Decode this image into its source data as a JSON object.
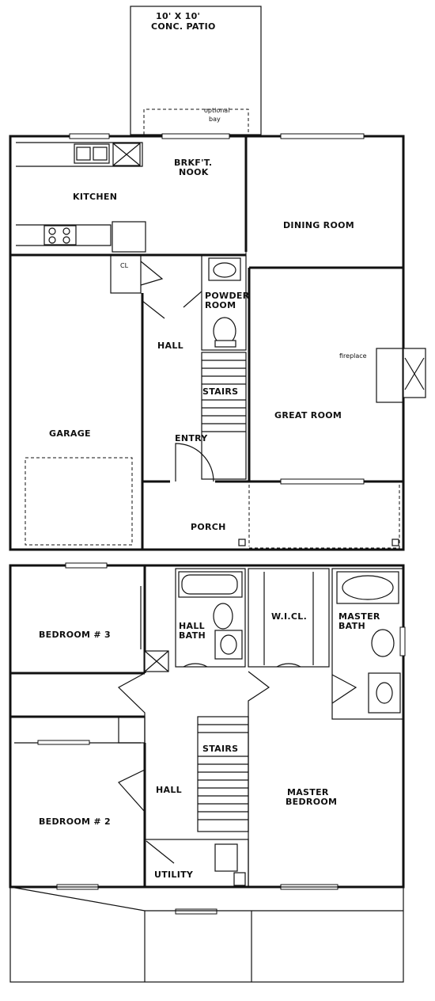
{
  "first_floor": {
    "patio": {
      "line1": "10' X 10'",
      "line2": "CONC. PATIO"
    },
    "optional_bay": {
      "line1": "optional",
      "line2": "bay"
    },
    "brkft_nook": {
      "line1": "BRKF'T.",
      "line2": "NOOK"
    },
    "kitchen": "KITCHEN",
    "dining_room": "DINING ROOM",
    "cl": "CL",
    "powder_room": {
      "line1": "POWDER",
      "line2": "ROOM"
    },
    "hall": "HALL",
    "fireplace": "fireplace",
    "stairs": "STAIRS",
    "great_room": "GREAT ROOM",
    "garage": "GARAGE",
    "entry": "ENTRY",
    "porch": "PORCH"
  },
  "second_floor": {
    "bedroom_3": "BEDROOM # 3",
    "hall_bath": {
      "line1": "HALL",
      "line2": "BATH"
    },
    "wicl": "W.I.CL.",
    "master_bath": {
      "line1": "MASTER",
      "line2": "BATH"
    },
    "stairs": "STAIRS",
    "hall": "HALL",
    "master_bedroom": {
      "line1": "MASTER",
      "line2": "BEDROOM"
    },
    "bedroom_2": "BEDROOM # 2",
    "utility": "UTILITY"
  }
}
